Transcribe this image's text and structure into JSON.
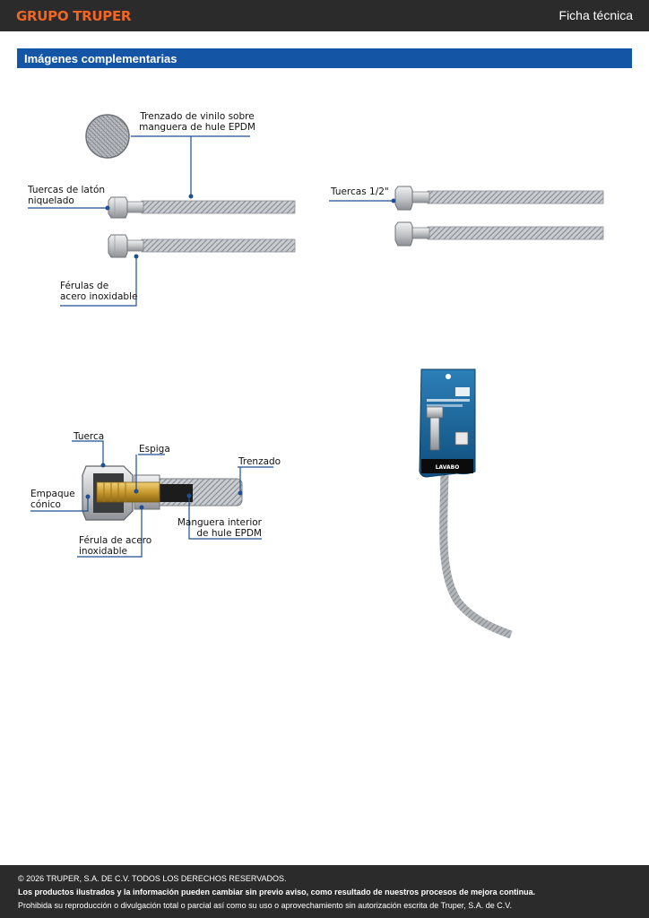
{
  "header": {
    "brand": "GRUPO TRUPER",
    "doc_type": "Ficha técnica"
  },
  "section": {
    "title": "Imágenes complementarias"
  },
  "figure1": {
    "label_braid": "Trenzado de vinilo sobre\nmanguera de hule EPDM",
    "label_nuts": "Tuercas de latón\nniquelado",
    "label_ferrules": "Férulas de\nacero inoxidable"
  },
  "figure2": {
    "label_nuts": "Tuercas 1/2\""
  },
  "figure3": {
    "label_nut": "Tuerca",
    "label_spigot": "Espiga",
    "label_braid": "Trenzado",
    "label_gasket": "Empaque\ncónico",
    "label_inner_hose": "Manguera interior\nde hule EPDM",
    "label_ferrule": "Férula de acero\ninoxidable"
  },
  "figure4": {
    "package_brand": "LAVABO"
  },
  "footer": {
    "copyright": "© 2026 TRUPER, S.A. DE C.V. TODOS LOS DERECHOS RESERVADOS.",
    "notice": "Los productos ilustrados y la información pueden cambiar sin previo aviso, como resultado de nuestros procesos de mejora continua.",
    "prohibition": "Prohibida su reproducción o divulgación total o parcial así como su uso o aprovechamiento sin autorización escrita de Truper, S.A. de C.V."
  }
}
